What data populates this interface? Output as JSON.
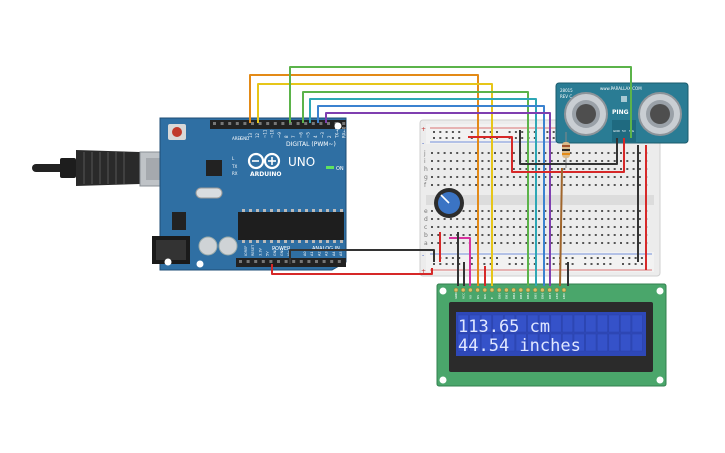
{
  "colors": {
    "arduino_board": "#2f6fa3",
    "breadboard": "#e9e9e9",
    "lcd_pcb": "#4aa66b",
    "lcd_screen": "#2e48b8",
    "lcd_text": "#dfe6ff",
    "sensor_pcb": "#2a7c94",
    "wire_orange": "#e38a17",
    "wire_yellow": "#e6c619",
    "wire_green": "#5bb34a",
    "wire_teal": "#2ea7b5",
    "wire_blue": "#3b82d0",
    "wire_purple": "#7f3fb0",
    "wire_red": "#d62828",
    "wire_black": "#333333",
    "wire_magenta": "#d6339e",
    "wire_brown": "#a0652b"
  },
  "arduino": {
    "aref_label": "AREF",
    "gnd_label": "GND",
    "digital_label": "DIGITAL (PWM~)",
    "brand_label": "ARDUINO",
    "model_label": "UNO",
    "on_label": "ON",
    "tx_label": "TX",
    "rx_label": "RX",
    "l_label": "L",
    "power_label": "POWER",
    "analog_label": "ANALOG IN",
    "digital_pins": [
      "13",
      "12",
      "~11",
      "~10",
      "~9",
      "8",
      "7",
      "~6",
      "~5",
      "4",
      "~3",
      "2",
      "TX→1",
      "RX←0"
    ],
    "power_pins": [
      "IOREF",
      "RESET",
      "3.3V",
      "5V",
      "GND",
      "GND",
      "Vin"
    ],
    "analog_pins": [
      "A0",
      "A1",
      "A2",
      "A3",
      "A4",
      "A5"
    ]
  },
  "sensor": {
    "name": "PING",
    "maker": "www.PARALLAX.COM",
    "model_top": "28015",
    "model_rev": "REV C",
    "pin_labels": [
      "GND",
      "5V",
      "SIG"
    ]
  },
  "breadboard": {
    "row_letters_top": [
      "j",
      "i",
      "h",
      "g",
      "f"
    ],
    "row_letters_bottom": [
      "e",
      "d",
      "c",
      "b",
      "a"
    ],
    "plus_label": "+",
    "minus_label": "-"
  },
  "lcd": {
    "line1": "113.65 cm",
    "line2": "44.54 inches",
    "pin_labels": [
      "GND",
      "VCC",
      "V0",
      "RS",
      "RW",
      "E",
      "DB0",
      "DB1",
      "DB2",
      "DB3",
      "DB4",
      "DB5",
      "DB6",
      "DB7",
      "LED",
      "LED"
    ]
  }
}
